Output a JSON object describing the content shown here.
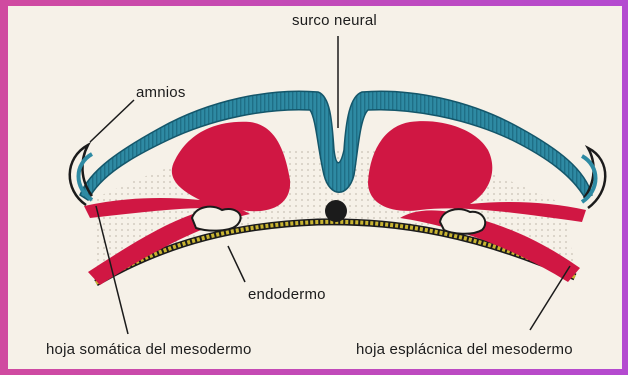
{
  "labels": {
    "surco_neural": "surco neural",
    "amnios": "amnios",
    "endodermo": "endodermo",
    "hoja_somatica": "hoja somática del mesodermo",
    "hoja_esplacnica": "hoja esplácnica del mesodermo"
  },
  "colors": {
    "ectoderm": "#2e8aa3",
    "mesoderm": "#d01743",
    "endoderm": "#c8b431",
    "notochord": "#1b1b1b",
    "background": "#f6f1e8",
    "frame": "#c94aa8"
  }
}
